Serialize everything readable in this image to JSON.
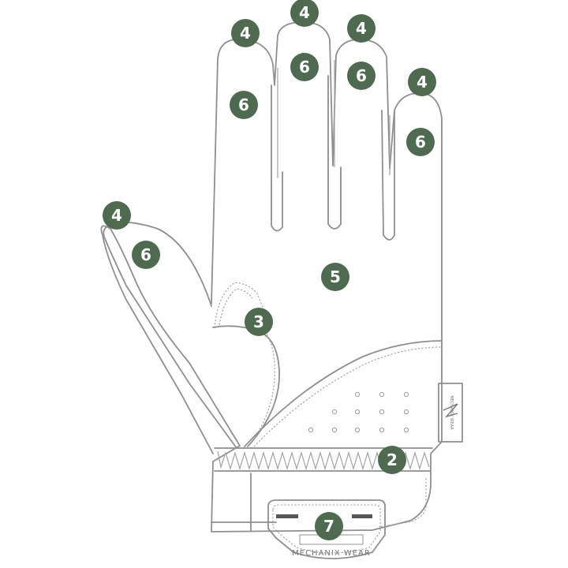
{
  "brand_label": "MECHANIX WEAR",
  "tag_label": "MECHANIX WEAR",
  "colors": {
    "marker_fill": "#4f6b4f",
    "marker_text": "#ffffff",
    "outline": "#8f8f8f"
  },
  "markers": [
    {
      "id": "index-tip",
      "label": "4"
    },
    {
      "id": "middle-tip",
      "label": "4"
    },
    {
      "id": "ring-tip",
      "label": "4"
    },
    {
      "id": "pinky-tip",
      "label": "4"
    },
    {
      "id": "thumb-tip",
      "label": "4"
    },
    {
      "id": "index-finger",
      "label": "6"
    },
    {
      "id": "middle-finger",
      "label": "6"
    },
    {
      "id": "ring-finger",
      "label": "6"
    },
    {
      "id": "pinky-finger",
      "label": "6"
    },
    {
      "id": "thumb",
      "label": "6"
    },
    {
      "id": "palm",
      "label": "5"
    },
    {
      "id": "thumb-crotch",
      "label": "3"
    },
    {
      "id": "cuff",
      "label": "2"
    },
    {
      "id": "closure",
      "label": "7"
    }
  ]
}
